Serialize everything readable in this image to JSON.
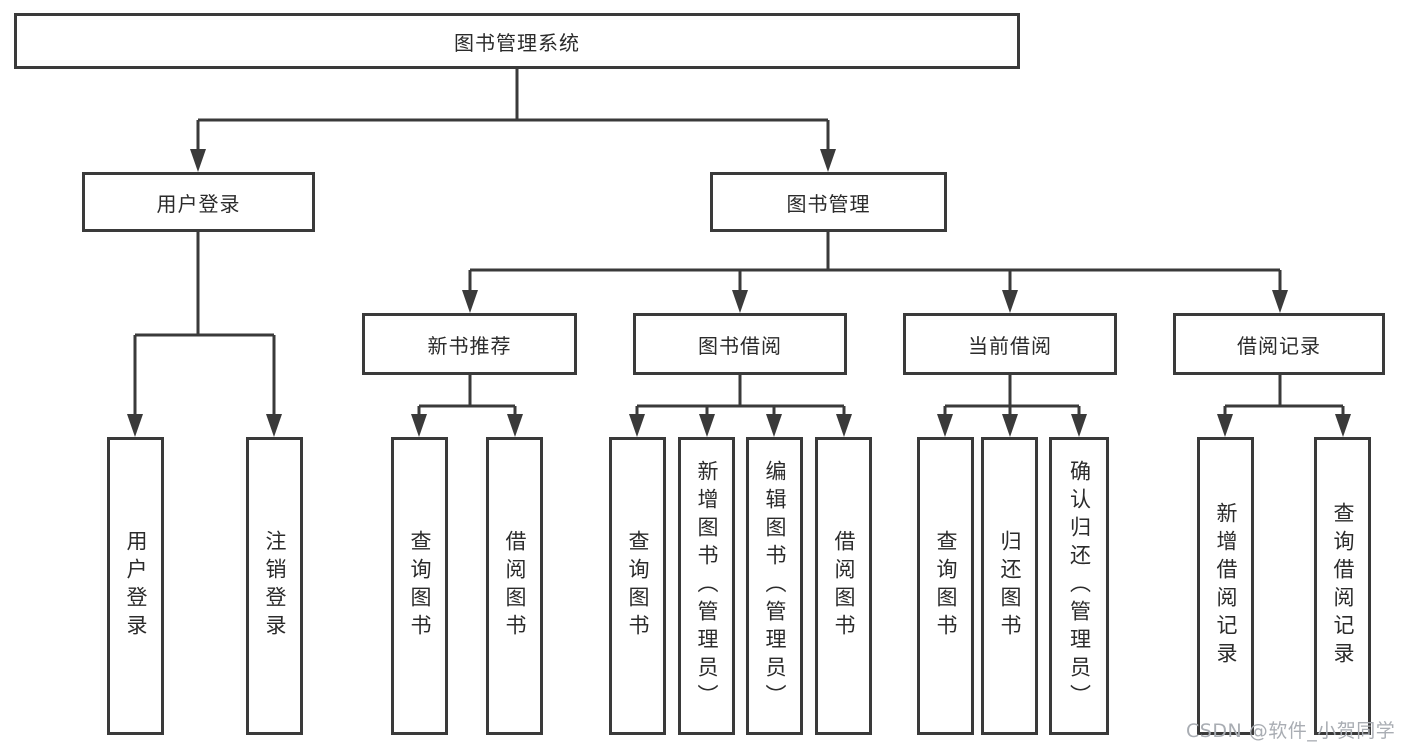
{
  "diagram": {
    "root": {
      "label": "图书管理系统"
    },
    "branches": [
      {
        "label": "用户登录",
        "children": [
          "用户登录",
          "注销登录"
        ]
      },
      {
        "label": "图书管理",
        "children": [
          {
            "label": "新书推荐",
            "children": [
              "查询图书",
              "借阅图书"
            ]
          },
          {
            "label": "图书借阅",
            "children": [
              "查询图书",
              "新增图书（管理员）",
              "编辑图书（管理员）",
              "借阅图书"
            ]
          },
          {
            "label": "当前借阅",
            "children": [
              "查询图书",
              "归还图书",
              "确认归还（管理员）"
            ]
          },
          {
            "label": "借阅记录",
            "children": [
              "新增借阅记录",
              "查询借阅记录"
            ]
          }
        ]
      }
    ]
  },
  "watermark": {
    "text": "CSDN @软件_小贺同学"
  },
  "colors": {
    "line": "#3a3a3a",
    "box_border": "#3a3a3a",
    "text": "#2b2b2b",
    "watermark": "#a9adb3",
    "background": "#ffffff"
  }
}
